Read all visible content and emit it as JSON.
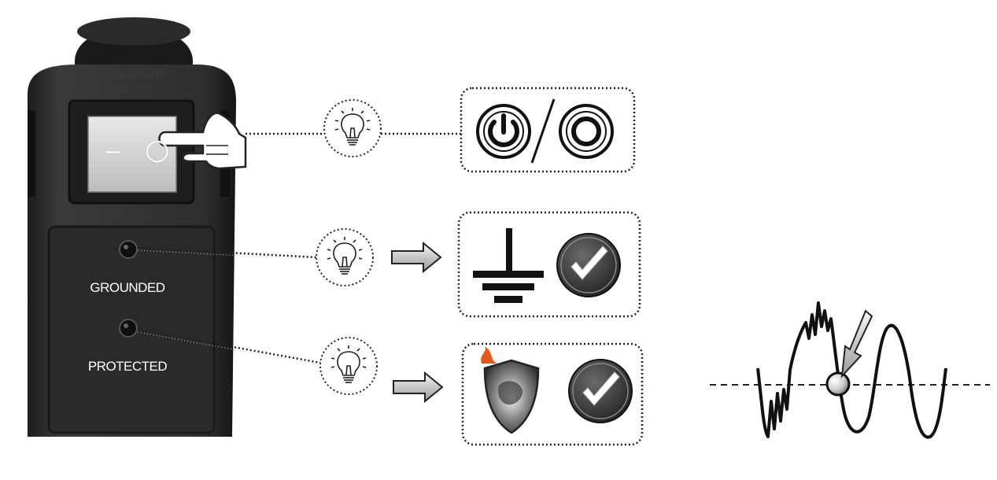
{
  "device": {
    "max_rating": "Max 3500W",
    "grounded_label": "GROUNDED",
    "protected_label": "PROTECTED",
    "switch_on_symbol": "–",
    "switch_off_symbol": "○"
  },
  "icons": {
    "bulb": "light-bulb-icon",
    "power": "power-icon",
    "off": "off-circle-icon",
    "ground": "ground-symbol-icon",
    "check": "checkmark-icon",
    "shield": "shield-icon",
    "hand": "pointing-hand-icon",
    "arrow": "right-arrow-icon"
  },
  "colors": {
    "device_body": "#2b2b2b",
    "check_badge": "#3a3a3a",
    "shield_flame": "#e05a1e"
  }
}
